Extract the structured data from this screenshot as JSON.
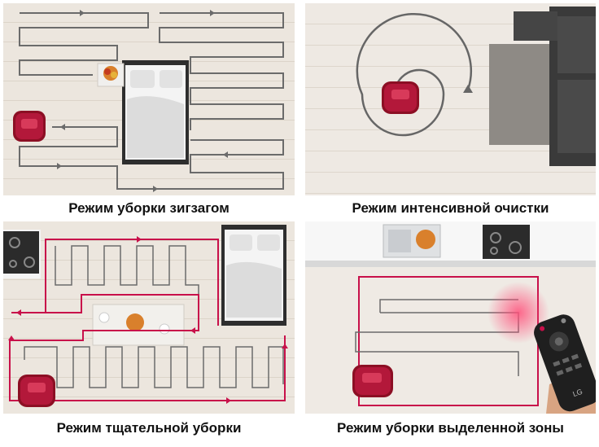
{
  "panels": [
    {
      "caption": "Режим уборки зигзагом"
    },
    {
      "caption": "Режим интенсивной очистки"
    },
    {
      "caption": "Режим тщательной уборки"
    },
    {
      "caption": "Режим уборки выделенной зоны"
    }
  ],
  "colors": {
    "path_gray": "#6b6b6b",
    "path_red": "#c8104a",
    "robot_red": "#a8142e",
    "floor": "#eae4dc",
    "floor_line": "#d9d1c6"
  },
  "icons": [
    "robot-vacuum-icon",
    "bed-icon",
    "fruit-bowl-icon",
    "sofa-icon",
    "rug-icon",
    "kitchen-sink-icon",
    "stove-icon",
    "remote-control-icon",
    "table-icon"
  ],
  "remote_logo": "LG"
}
